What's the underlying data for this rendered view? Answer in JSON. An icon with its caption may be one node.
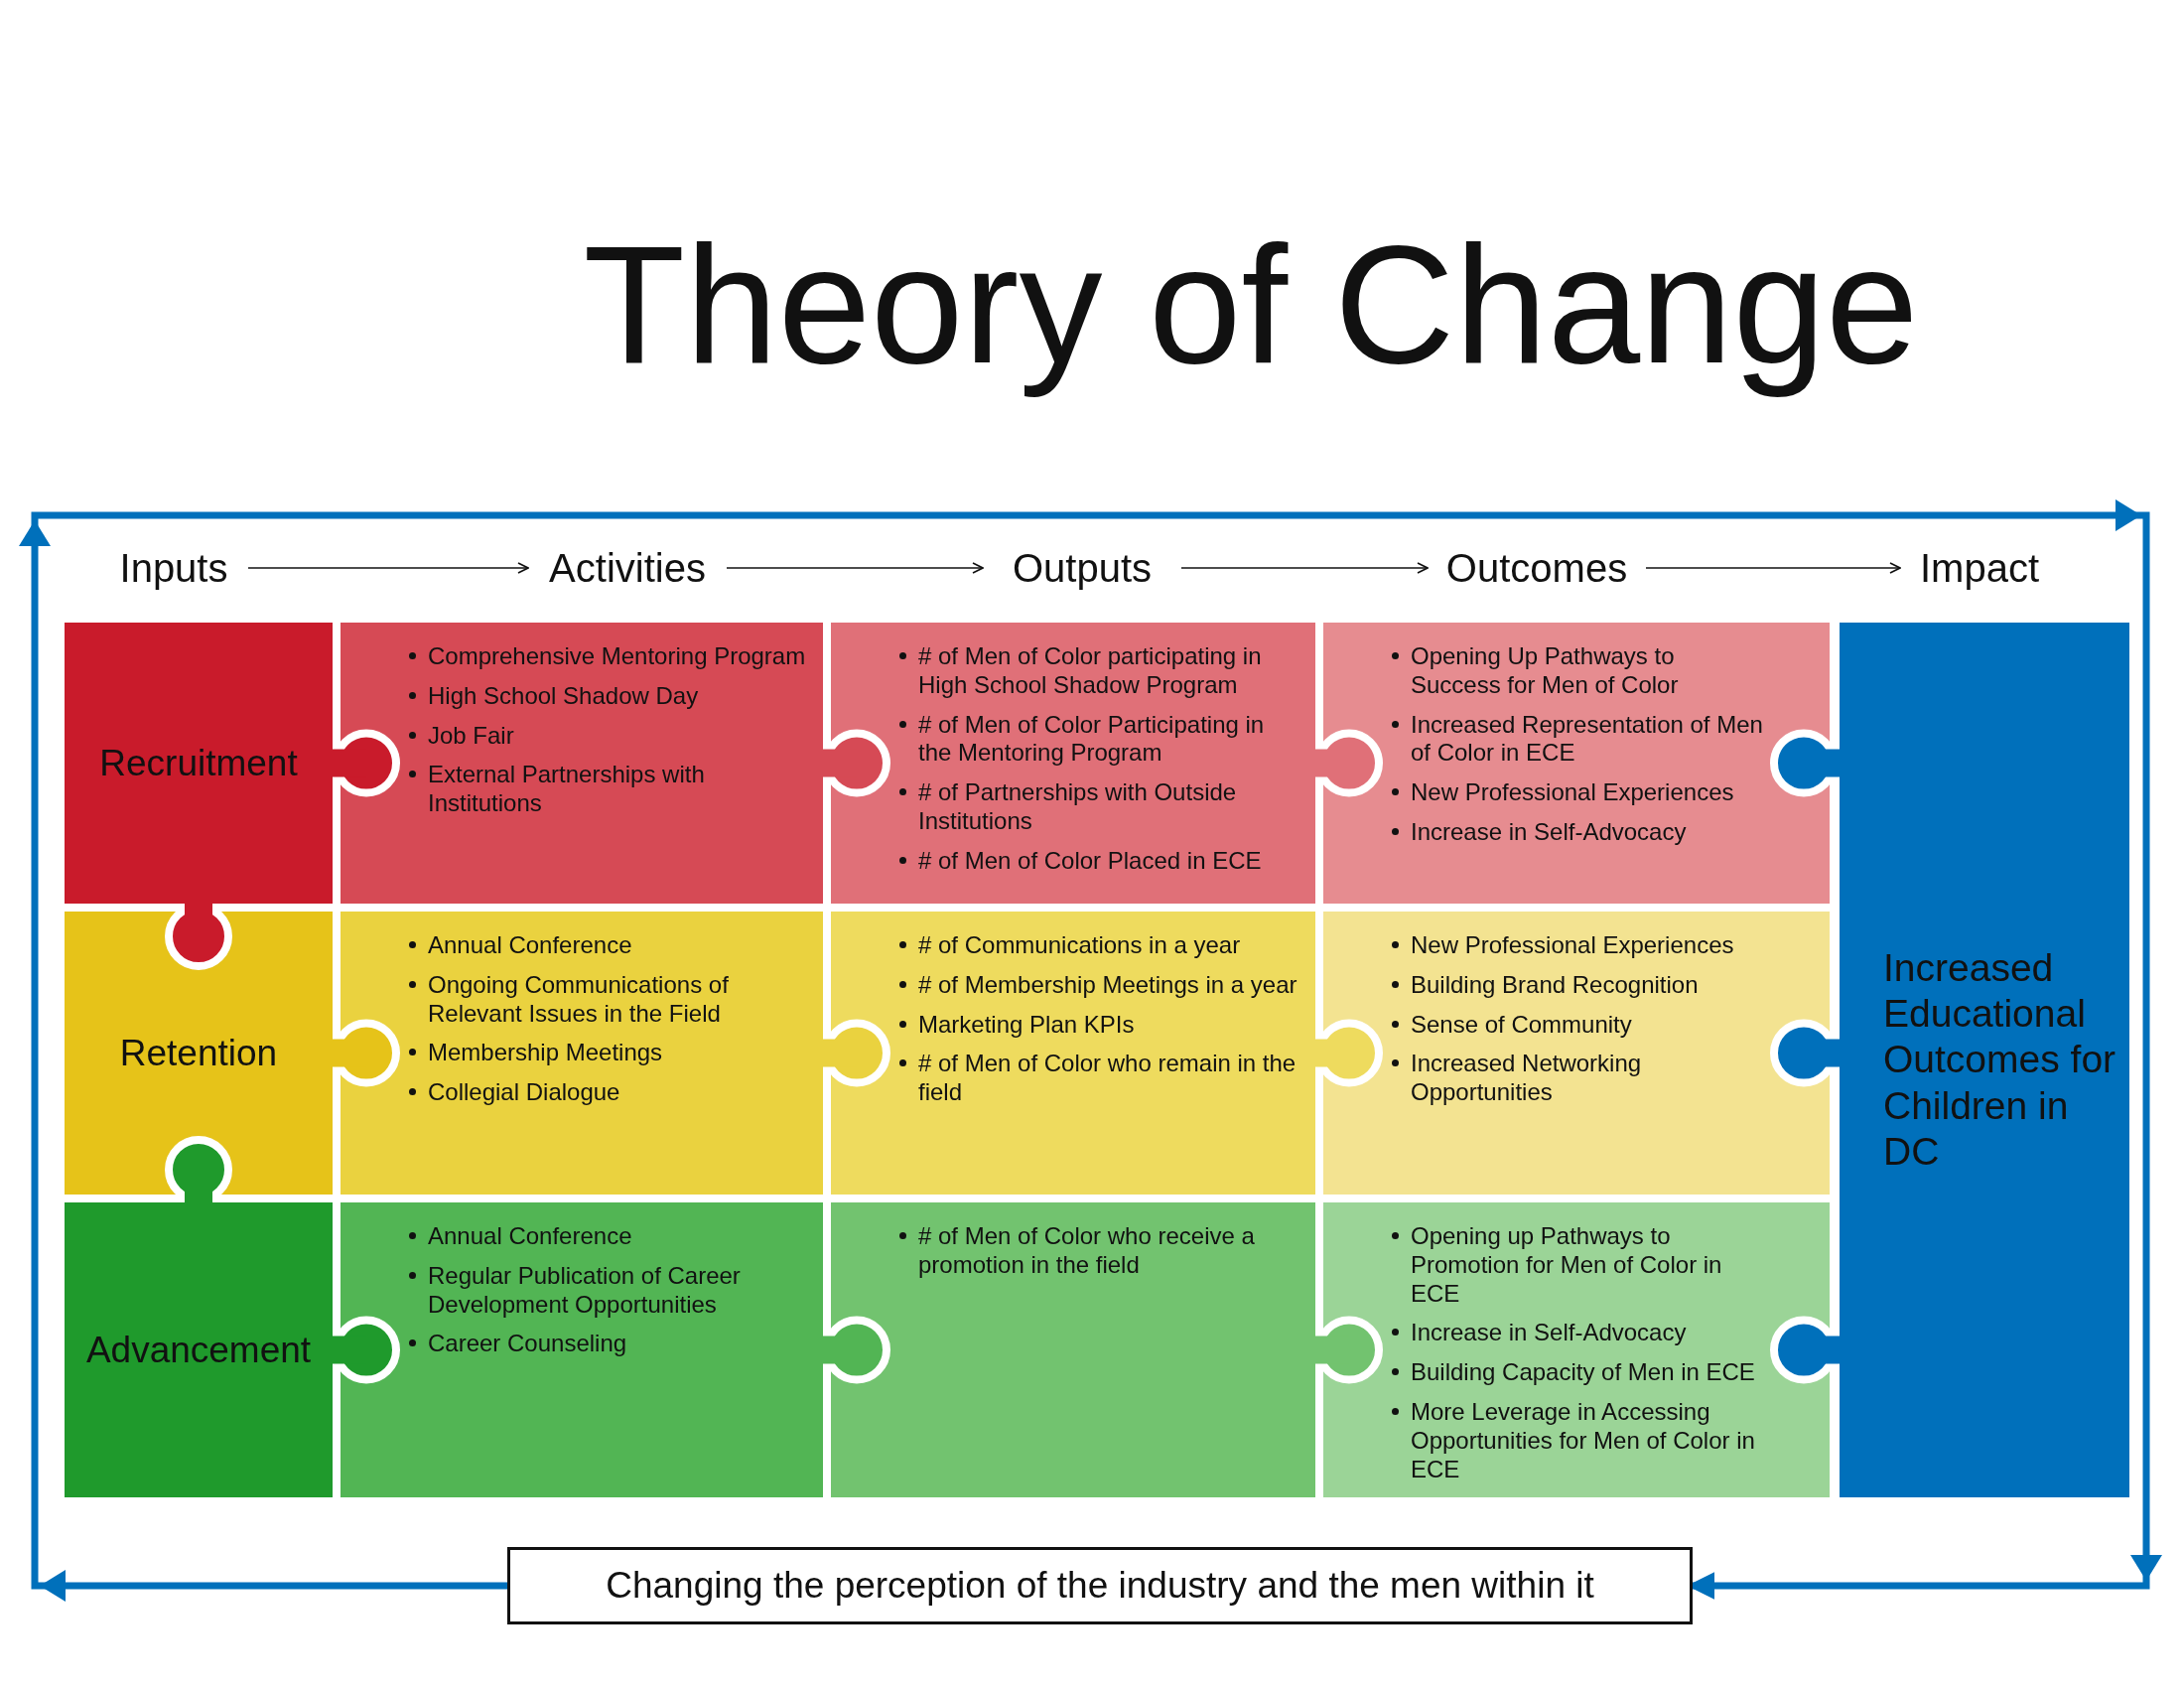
{
  "diagram": {
    "title": "Theory of Change",
    "nodes": [
      {
        "text": [
          "Inputs"
        ]
      },
      {
        "text": [
          "Activities"
        ]
      },
      {
        "text": [
          "Outputs"
        ]
      },
      {
        "text": [
          "Outcomes"
        ]
      },
      {
        "text": [
          "Impact"
        ]
      },
      {
        "text": [
          "Recruitment"
        ]
      },
      {
        "text": [
          "Comprehensive Mentoring Program",
          "High School Shadow Day",
          "Job Fair",
          "External Partnerships with Institutions"
        ]
      },
      {
        "text": [
          "# of Men of Color participating in High School Shadow Program",
          "# of Men of Color Participating in the Mentoring Program",
          "# of Partnerships with Outside Institutions",
          "# of Men of Color Placed in ECE"
        ]
      },
      {
        "text": [
          "Opening Up Pathways to Success for Men of Color",
          "Increased Representation of Men of Color in ECE",
          "New Professional Experiences",
          "Increase in Self-Advocacy"
        ]
      },
      {
        "text": [
          "Increased Educational Outcomes for Children in DC"
        ]
      },
      {
        "text": [
          "Retention"
        ]
      },
      {
        "text": [
          "Annual Conference",
          "Ongoing Communications of Relevant Issues in the Field",
          "Membership Meetings",
          "Collegial Dialogue"
        ]
      },
      {
        "text": [
          "# of Communications in a year",
          "# of Membership Meetings in a year",
          "Marketing Plan KPIs",
          "# of Men of Color who remain in the field"
        ]
      },
      {
        "text": [
          "New Professional Experiences",
          "Building Brand Recognition",
          "Sense of Community",
          "Increased Networking Opportunities"
        ]
      },
      {
        "text": [
          "Advancement"
        ]
      },
      {
        "text": [
          "Annual Conference",
          "Regular Publication of Career Development Opportunities",
          "Career Counseling"
        ]
      },
      {
        "text": [
          "# of Men of Color who receive a promotion in the field"
        ]
      },
      {
        "text": [
          "Opening up Pathways to Promotion for Men of Color in ECE",
          "Increase in Self-Advocacy",
          "Building Capacity of Men in ECE",
          "More Leverage in Accessing Opportunities for Men of Color in ECE"
        ]
      },
      {
        "text": [
          "Changing the perception of the industry and the men within it"
        ]
      }
    ],
    "edges": [
      {
        "from": 0,
        "to": 1,
        "arrow": "to"
      },
      {
        "from": 1,
        "to": 2,
        "arrow": "to"
      },
      {
        "from": 2,
        "to": 3,
        "arrow": "to"
      },
      {
        "from": 3,
        "to": 4,
        "arrow": "to"
      },
      {
        "from": 18,
        "to": 18,
        "arrow": "to",
        "style": "thick",
        "color": "#0070bb"
      }
    ]
  }
}
